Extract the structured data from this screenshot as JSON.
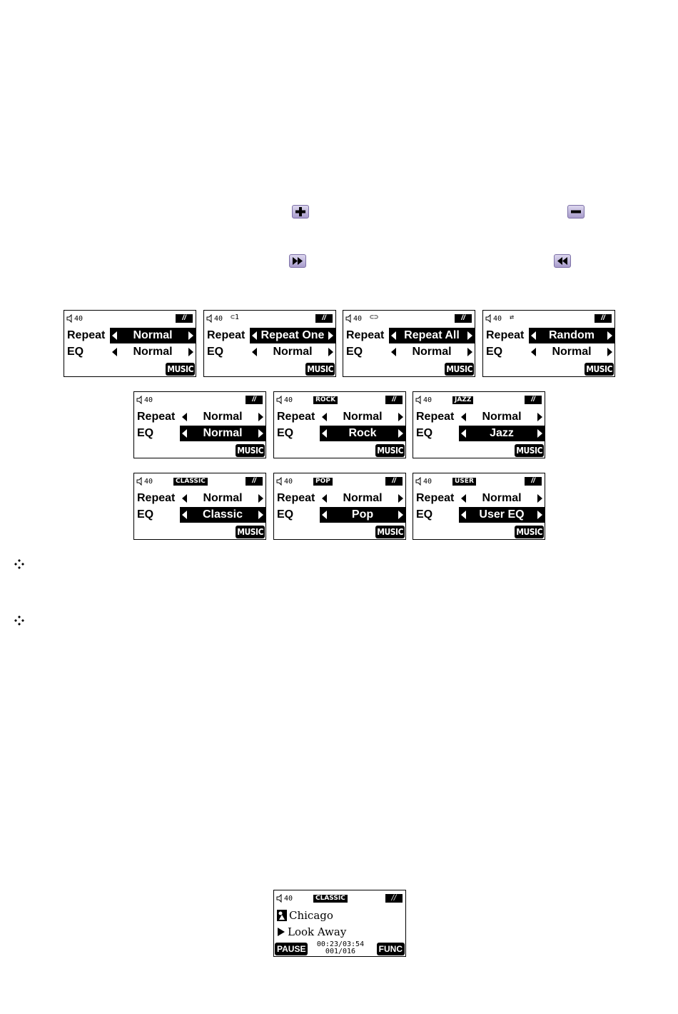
{
  "icons": {
    "volume_up": "plus-icon",
    "volume_down": "minus-icon",
    "next": "fast-forward-icon",
    "prev": "rewind-icon",
    "bullet": "diamond-bullet-icon"
  },
  "colors": {
    "button_fill": "#b4a9d6",
    "screen_fg": "#000000",
    "screen_bg": "#ffffff"
  },
  "screens": [
    {
      "vol": "40",
      "mode": "",
      "eq_badge": "",
      "batt": "//",
      "repeat_label": "Repeat",
      "repeat_value": "Normal",
      "eq_label": "EQ",
      "eq_value": "Normal",
      "highlight": "repeat",
      "tag": "MUSIC"
    },
    {
      "vol": "40",
      "mode": "⊂1",
      "eq_badge": "",
      "batt": "//",
      "repeat_label": "Repeat",
      "repeat_value": "Repeat One",
      "eq_label": "EQ",
      "eq_value": "Normal",
      "highlight": "repeat",
      "tag": "MUSIC"
    },
    {
      "vol": "40",
      "mode": "⊂⊃",
      "eq_badge": "",
      "batt": "//",
      "repeat_label": "Repeat",
      "repeat_value": "Repeat All",
      "eq_label": "EQ",
      "eq_value": "Normal",
      "highlight": "repeat",
      "tag": "MUSIC"
    },
    {
      "vol": "40",
      "mode": "⇄",
      "eq_badge": "",
      "batt": "//",
      "repeat_label": "Repeat",
      "repeat_value": "Random",
      "eq_label": "EQ",
      "eq_value": "Normal",
      "highlight": "repeat",
      "tag": "MUSIC"
    },
    {
      "vol": "40",
      "mode": "",
      "eq_badge": "",
      "batt": "//",
      "repeat_label": "Repeat",
      "repeat_value": "Normal",
      "eq_label": "EQ",
      "eq_value": "Normal",
      "highlight": "eq",
      "tag": "MUSIC"
    },
    {
      "vol": "40",
      "mode": "",
      "eq_badge": "ROCK",
      "batt": "//",
      "repeat_label": "Repeat",
      "repeat_value": "Normal",
      "eq_label": "EQ",
      "eq_value": "Rock",
      "highlight": "eq",
      "tag": "MUSIC"
    },
    {
      "vol": "40",
      "mode": "",
      "eq_badge": "JAZZ",
      "batt": "//",
      "repeat_label": "Repeat",
      "repeat_value": "Normal",
      "eq_label": "EQ",
      "eq_value": "Jazz",
      "highlight": "eq",
      "tag": "MUSIC"
    },
    {
      "vol": "40",
      "mode": "",
      "eq_badge": "CLASSIC",
      "batt": "//",
      "repeat_label": "Repeat",
      "repeat_value": "Normal",
      "eq_label": "EQ",
      "eq_value": "Classic",
      "highlight": "eq",
      "tag": "MUSIC"
    },
    {
      "vol": "40",
      "mode": "",
      "eq_badge": "POP",
      "batt": "//",
      "repeat_label": "Repeat",
      "repeat_value": "Normal",
      "eq_label": "EQ",
      "eq_value": "Pop",
      "highlight": "eq",
      "tag": "MUSIC"
    },
    {
      "vol": "40",
      "mode": "",
      "eq_badge": "USER",
      "batt": "//",
      "repeat_label": "Repeat",
      "repeat_value": "Normal",
      "eq_label": "EQ",
      "eq_value": "User EQ",
      "highlight": "eq",
      "tag": "MUSIC"
    }
  ],
  "player": {
    "vol": "40",
    "eq_badge": "CLASSIC",
    "batt": "//",
    "artist": "Chicago",
    "title": "Look Away",
    "time": "00:23/03:54",
    "track": "001/016",
    "left_button": "PAUSE",
    "right_button": "FUNC"
  }
}
